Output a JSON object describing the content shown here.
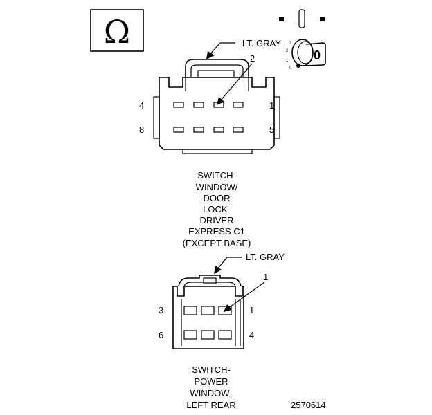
{
  "symbol": {
    "icon": "ohm-symbol-icon",
    "glyph": "Ω"
  },
  "ignition": {
    "icon": "ignition-key-icon",
    "key_position": "0",
    "scale_marks": [
      "3",
      "2",
      "1",
      "0"
    ]
  },
  "connector_c1": {
    "color_label": "LT. GRAY",
    "callout_number": "2",
    "pin_labels": {
      "top_left": "4",
      "top_right": "1",
      "bottom_left": "8",
      "bottom_right": "5"
    },
    "caption_lines": [
      "SWITCH-",
      "WINDOW/",
      "DOOR",
      "LOCK-",
      "DRIVER",
      "EXPRESS C1",
      "(EXCEPT BASE)"
    ]
  },
  "connector_rear": {
    "color_label": "LT. GRAY",
    "callout_number": "1",
    "pin_labels": {
      "top_left": "3",
      "top_right": "1",
      "bottom_left": "6",
      "bottom_right": "4"
    },
    "caption_lines": [
      "SWITCH-",
      "POWER",
      "WINDOW-",
      "LEFT REAR"
    ]
  },
  "figure_id": "2570614"
}
